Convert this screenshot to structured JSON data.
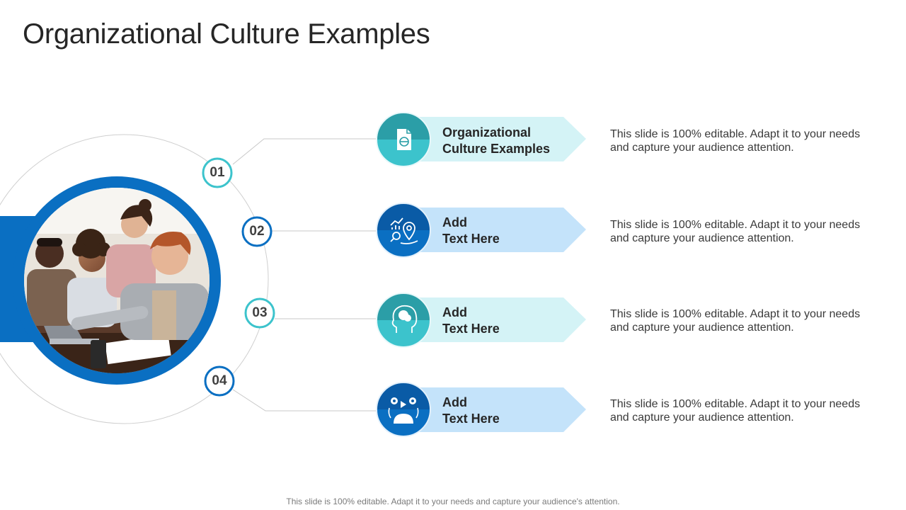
{
  "title": "Organizational Culture Examples",
  "colors": {
    "teal": "#3cc3cc",
    "teal_dark": "#2aa7b0",
    "blue": "#0a6fc2",
    "blue_dark": "#0a5ba6",
    "teal_band": "#d4f3f6",
    "blue_band": "#c4e3fa"
  },
  "photo": {
    "icon": "team-meeting-photo"
  },
  "items": [
    {
      "number": "01",
      "label_line1": "Organizational",
      "label_line2": "Culture Examples",
      "icon": "globe-document-icon",
      "description_line1": "This slide is 100% editable. Adapt it to your needs",
      "description_line2": "and capture your audience attention."
    },
    {
      "number": "02",
      "label_line1": "Add",
      "label_line2": "Text Here",
      "icon": "location-analytics-icon",
      "description_line1": "This slide is 100% editable. Adapt it to your needs",
      "description_line2": "and capture your audience attention."
    },
    {
      "number": "03",
      "label_line1": "Add",
      "label_line2": "Text Here",
      "icon": "brain-head-icon",
      "description_line1": "This slide is 100% editable. Adapt it to your needs",
      "description_line2": "and capture your audience attention."
    },
    {
      "number": "04",
      "label_line1": "Add",
      "label_line2": "Text Here",
      "icon": "gears-brain-icon",
      "description_line1": "This slide is 100% editable. Adapt it to your needs",
      "description_line2": "and capture your audience attention."
    }
  ],
  "footer": "This slide is 100% editable. Adapt it to your needs and capture your audience's attention."
}
